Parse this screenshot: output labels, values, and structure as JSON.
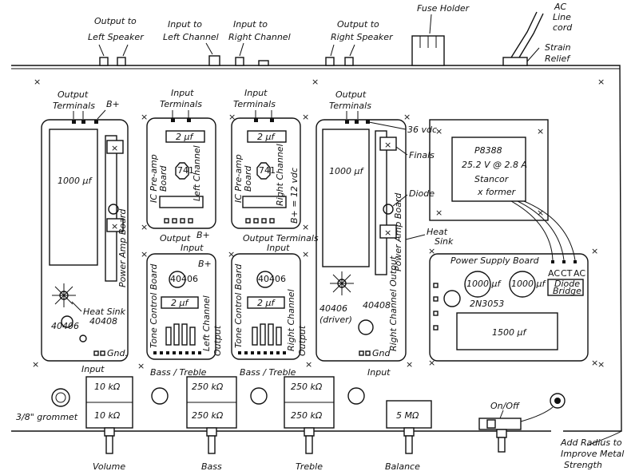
{
  "labels": {
    "out_left_1": "Output to",
    "out_left_2": "Left Speaker",
    "in_left_1": "Input to",
    "in_left_2": "Left Channel",
    "in_right_1": "Input to",
    "in_right_2": "Right Channel",
    "out_right_1": "Output to",
    "out_right_2": "Right Speaker",
    "fuse": "Fuse Holder",
    "ac_1": "AC",
    "ac_2": "Line",
    "ac_3": "cord",
    "strain_1": "Strain",
    "strain_2": "Relief",
    "out_term_left_1": "Output",
    "out_term_left_2": "Terminals",
    "bplus_left": "B+",
    "in_term_a_1": "Input",
    "in_term_a_2": "Terminals",
    "in_term_b_1": "Input",
    "in_term_b_2": "Terminals",
    "out_term_right_1": "Output",
    "out_term_right_2": "Terminals",
    "v36": "36 vdc",
    "finals": "Finals",
    "diode": "Diode",
    "heat_sink_right_1": "Heat",
    "heat_sink_right_2": "Sink",
    "cap_1000_left": "1000 μf",
    "cap_1000_right": "1000 μf",
    "power_amp_left": "Power Amp Board",
    "power_amp_right": "Power Amp Board",
    "heat_sink_left": "Heat Sink",
    "t40406_left": "40406",
    "t40408_left": "40408",
    "gnd_left": "Gnd.",
    "input_left_bottom": "Input",
    "preamp_left_1": "IC Pre-amp",
    "preamp_left_2": "Board",
    "preamp_left_side": "Left Channel",
    "preamp_right_1": "IC Pre-amp",
    "preamp_right_2": "Board",
    "preamp_right_side": "Right Channel",
    "cap_2uf_a": "2 μf",
    "cap_2uf_b": "2 μf",
    "cap_2uf_c": "2 μf",
    "cap_2uf_d": "2 μf",
    "ic_a": "741",
    "ic_b": "741",
    "bplus_12": "B+ = 12 vdc",
    "output_bplus": "Output",
    "bplus_mid": "B+",
    "output_terminals_mid": "Output Terminals",
    "input_tc_left": "Input",
    "input_tc_right": "Input",
    "bplus_tc": "B+",
    "tone_left": "Tone Control Board",
    "tone_left_side": "Left Channel",
    "tone_right": "Tone Control Board",
    "tone_right_side": "Right Channel",
    "output_tc_left": "Output",
    "output_tc_right": "Output",
    "t40406_tc_a": "40406",
    "t40406_tc_b": "40406",
    "bass_treble_a": "Bass / Treble",
    "bass_treble_b": "Bass / Treble",
    "t40406_right": "40406",
    "driver": "(driver)",
    "t40408_right": "40408",
    "gnd_right": "Gnd",
    "input_right_bottom": "Input",
    "right_channel_out": "Right Channel Output",
    "xformer_1": "P8388",
    "xformer_2": "25.2 V @ 2.8 A",
    "xformer_3": "Stancor",
    "xformer_4": "x former",
    "psu_title": "Power Supply Board",
    "ac_a": "AC",
    "ct": "CT",
    "ac_b": "AC",
    "psu_cap_a": "1000 μf",
    "psu_cap_b": "1000 μf",
    "diode_bridge_1": "Diode",
    "diode_bridge_2": "Bridge",
    "t2n3053": "2N3053",
    "cap_1500": "1500 μf",
    "grommet": "3/8\" grommet",
    "pot_vol_top": "10 kΩ",
    "pot_vol_bot": "10 kΩ",
    "pot_bass_top": "250 kΩ",
    "pot_bass_bot": "250 kΩ",
    "pot_treble_top": "250 kΩ",
    "pot_treble_bot": "250 kΩ",
    "pot_balance": "5 MΩ",
    "on_off": "On/Off",
    "radius_1": "Add Radius to",
    "radius_2": "Improve Metal",
    "radius_3": "Strength",
    "volume": "Volume",
    "bass": "Bass",
    "treble": "Treble",
    "balance": "Balance"
  }
}
